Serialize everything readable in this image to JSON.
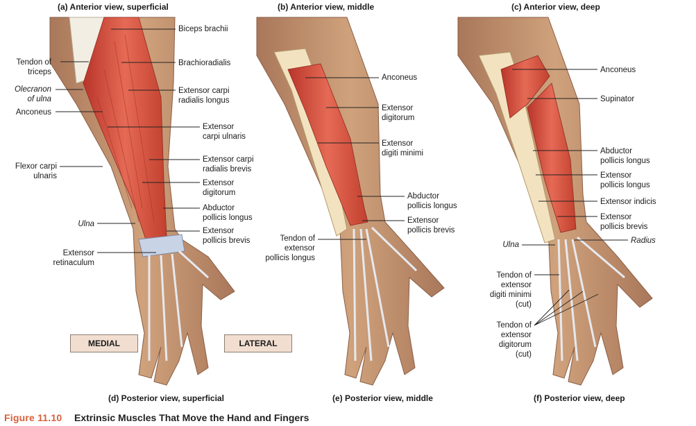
{
  "panels": [
    {
      "title": "(a) Anterior view, superficial",
      "caption": "(d) Posterior view, superficial"
    },
    {
      "title": "(b) Anterior view, middle",
      "caption": "(e) Posterior view, middle"
    },
    {
      "title": "(c) Anterior view, deep",
      "caption": "(f) Posterior view, deep"
    }
  ],
  "labels_a": {
    "biceps": "Biceps brachii",
    "tendon_triceps": "Tendon of\ntriceps",
    "brachioradialis": "Brachioradialis",
    "olecranon": "Olecranon\nof ulna",
    "ecrl": "Extensor carpi\nradialis longus",
    "anconeus": "Anconeus",
    "ecu": "Extensor\ncarpi ulnaris",
    "fcu": "Flexor carpi\nulnaris",
    "ecrb": "Extensor carpi\nradialis brevis",
    "ed": "Extensor\ndigitorum",
    "apl": "Abductor\npollicis longus",
    "ulna": "Ulna",
    "epb": "Extensor\npollicis brevis",
    "retinaculum": "Extensor\nretinaculum"
  },
  "labels_b": {
    "anconeus": "Anconeus",
    "ed": "Extensor\ndigitorum",
    "edm": "Extensor\ndigiti minimi",
    "apl": "Abductor\npollicis longus",
    "epb": "Extensor\npollicis brevis",
    "tendon_epl": "Tendon of\nextensor\npollicis longus"
  },
  "labels_c": {
    "anconeus": "Anconeus",
    "supinator": "Supinator",
    "apl": "Abductor\npollicis longus",
    "epl": "Extensor\npollicis longus",
    "ei": "Extensor indicis",
    "epb": "Extensor\npollicis brevis",
    "radius": "Radius",
    "ulna": "Ulna",
    "tendon_edm": "Tendon of\nextensor\ndigiti minimi\n(cut)",
    "tendon_ed": "Tendon of\nextensor\ndigitorum\n(cut)"
  },
  "orientation": {
    "medial": "MEDIAL",
    "lateral": "LATERAL"
  },
  "figure": {
    "number": "Figure 11.10",
    "title": "Extrinsic Muscles That Move the Hand and Fingers",
    "accent_color": "#d7603b"
  },
  "colors": {
    "skin": "#c89a74",
    "skin_dark": "#a9775a",
    "muscle": "#d64a3a",
    "muscle_light": "#e8735f",
    "bone": "#f3e2bf",
    "tendon": "#dfe3ea"
  }
}
